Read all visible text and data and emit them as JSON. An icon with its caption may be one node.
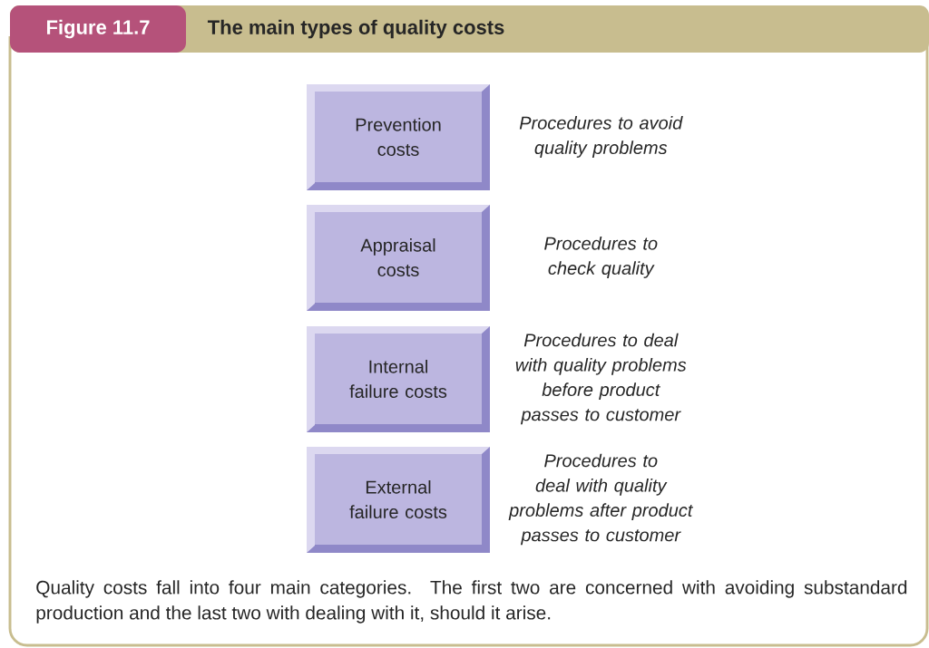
{
  "diagram": {
    "title": "The main types of quality costs",
    "caption": "Quality costs fall into four main categories. The first two are concerned with avoiding substandard production and the last two with dealing with it, should it arise.",
    "nodes": [
      {
        "text": [
          "Prevention costs"
        ],
        "beside": [
          "Procedures to avoid quality problems"
        ]
      },
      {
        "text": [
          "Appraisal costs"
        ],
        "beside": [
          "Procedures to check quality"
        ]
      },
      {
        "text": [
          "Internal failure costs"
        ],
        "beside": [
          "Procedures to deal with quality problems before product passes to customer"
        ]
      },
      {
        "text": [
          "External failure costs"
        ],
        "beside": [
          "Procedures to deal with quality problems after product passes to customer"
        ]
      }
    ],
    "labels": [
      "Figure 11.7"
    ]
  }
}
